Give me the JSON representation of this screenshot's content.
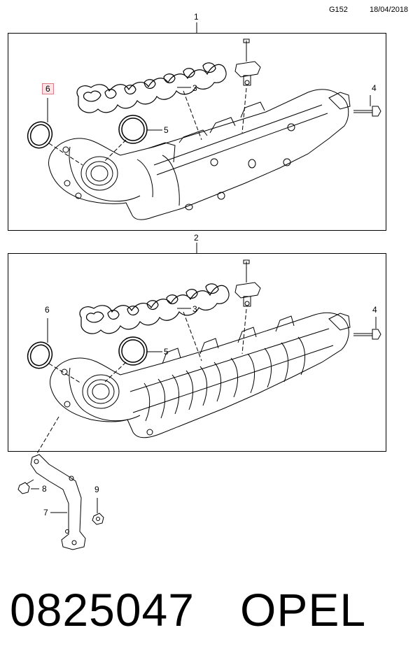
{
  "header": {
    "diagram_code": "G152",
    "date": "18/04/2018"
  },
  "assembly_labels": {
    "top": "1",
    "bottom": "2"
  },
  "panel1": {
    "labels": {
      "gasket": "3",
      "bolt": "4",
      "seal": "5",
      "ring": "6"
    },
    "highlighted_label": "6"
  },
  "panel2": {
    "labels": {
      "gasket": "3",
      "bolt": "4",
      "seal": "5",
      "ring": "6"
    }
  },
  "bracket_labels": {
    "bracket": "7",
    "screw": "8",
    "nut": "9"
  },
  "footer": {
    "part_number": "0825047",
    "brand": "OPEL"
  },
  "colors": {
    "highlight_border": "#e07a86",
    "highlight_fill": "#fbe3e6",
    "line": "#000000"
  }
}
